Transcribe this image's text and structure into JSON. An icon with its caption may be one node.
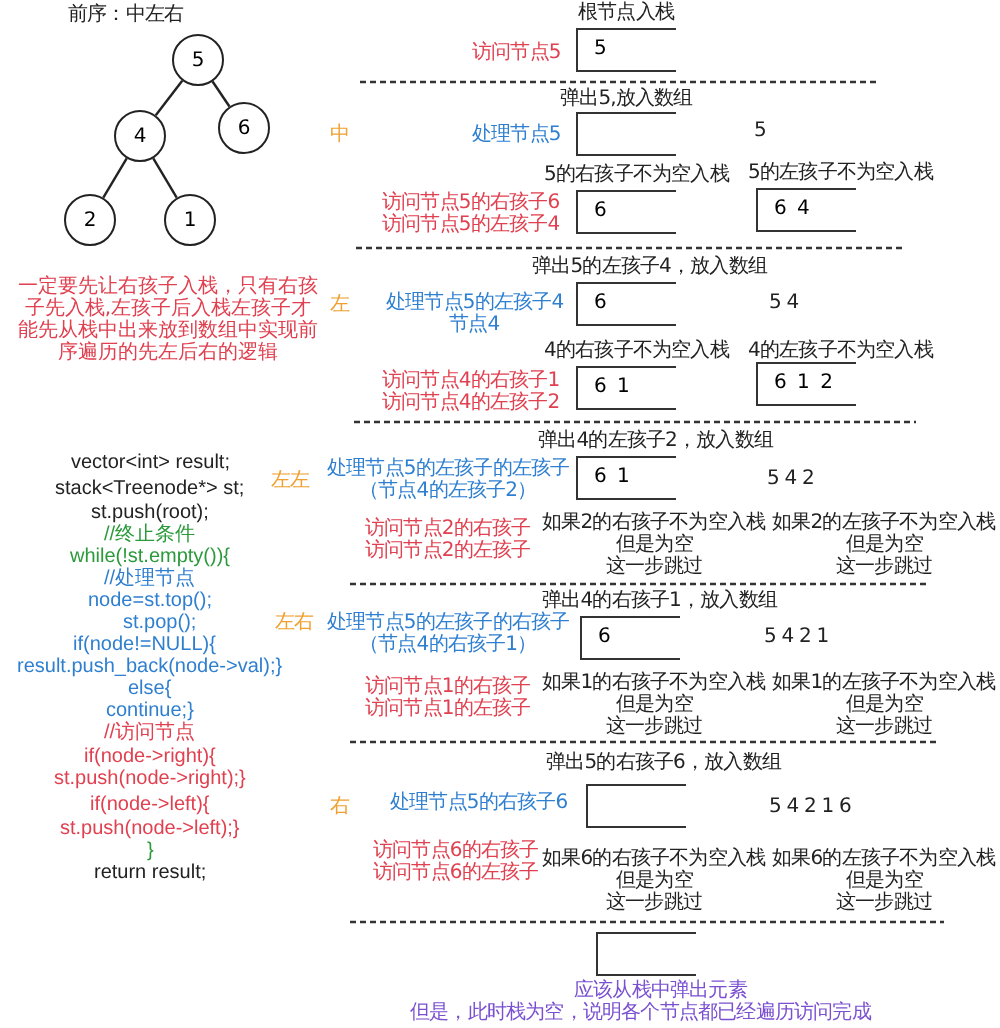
{
  "diagram": {
    "nodes": [
      {
        "text": [
          "5"
        ]
      },
      {
        "text": [
          "4"
        ]
      },
      {
        "text": [
          "6"
        ]
      },
      {
        "text": [
          "2"
        ]
      },
      {
        "text": [
          "1"
        ]
      },
      {
        "text": [
          "5"
        ]
      },
      {
        "text": [],
        "shape": "box"
      },
      {
        "text": [
          "6"
        ]
      },
      {
        "text": [
          "6 4"
        ]
      },
      {
        "text": [
          "6"
        ]
      },
      {
        "text": [
          "6 1"
        ]
      },
      {
        "text": [
          "6 1 2"
        ]
      },
      {
        "text": [
          "6 1"
        ]
      },
      {
        "text": [
          "6"
        ]
      },
      {
        "text": [],
        "shape": "box"
      },
      {
        "text": [],
        "shape": "box"
      }
    ],
    "edges": [
      {
        "from": 0,
        "to": 1,
        "arrow": "none"
      },
      {
        "from": 0,
        "to": 2,
        "arrow": "none"
      },
      {
        "from": 1,
        "to": 3,
        "arrow": "none"
      },
      {
        "from": 1,
        "to": 4,
        "arrow": "none"
      }
    ],
    "labels": [
      "前序：中左右",
      "一定要先让右孩子入栈，只有右孩子先入栈,左孩子后入栈左孩子才能先从栈中出来放到数组中实现前序遍历的先左后右的逻辑",
      "vector<int> result;",
      "stack<Treenode*> st;",
      "st.push(root);",
      "//终止条件",
      "while(!st.empty()){",
      "//处理节点",
      "node=st.top();",
      "st.pop();",
      "if(node!=NULL){",
      "result.push_back(node->val);}",
      "else{",
      "continue;}",
      "//访问节点",
      "if(node->right){",
      "st.push(node->right);}",
      "if(node->left){",
      "st.push(node->left);}",
      "}",
      "return result;",
      "左左",
      "左右",
      "根节点入栈",
      "访问节点5",
      "弹出5,放入数组",
      "中",
      "处理节点5",
      "5",
      "5的右孩子不为空入栈",
      "5的左孩子不为空入栈",
      "访问节点5的右孩子6",
      "访问节点5的左孩子4",
      "弹出5的左孩子4，放入数组",
      "左",
      "处理节点5的左孩子4",
      "节点4",
      "5 4",
      "4的右孩子不为空入栈",
      "4的左孩子不为空入栈",
      "访问节点4的右孩子1",
      "访问节点4的左孩子2",
      "弹出4的左孩子2，放入数组",
      "处理节点5的左孩子的左孩子",
      "（节点4的左孩子2）",
      "5 4 2",
      "访问节点2的右孩子",
      "访问节点2的左孩子",
      "如果2的右孩子不为空入栈",
      "但是为空",
      "这一步跳过",
      "如果2的左孩子不为空入栈",
      "但是为空",
      "这一步跳过",
      "弹出4的右孩子1，放入数组",
      "处理节点5的左孩子的右孩子",
      "（节点4的右孩子1）",
      "5 4 2 1",
      "访问节点1的右孩子",
      "访问节点1的左孩子",
      "如果1的右孩子不为空入栈",
      "但是为空",
      "这一步跳过",
      "如果1的左孩子不为空入栈",
      "但是为空",
      "这一步跳过",
      "弹出5的右孩子6，放入数组",
      "右",
      "处理节点5的右孩子6",
      "5 4 2 1 6",
      "访问节点6的右孩子",
      "访问节点6的左孩子",
      "如果6的右孩子不为空入栈",
      "但是为空",
      "这一步跳过",
      "如果6的左孩子不为空入栈",
      "但是为空",
      "这一步跳过",
      "应该从栈中弹出元素",
      "但是，此时栈为空，说明各个节点都已经遍历访问完成"
    ]
  }
}
